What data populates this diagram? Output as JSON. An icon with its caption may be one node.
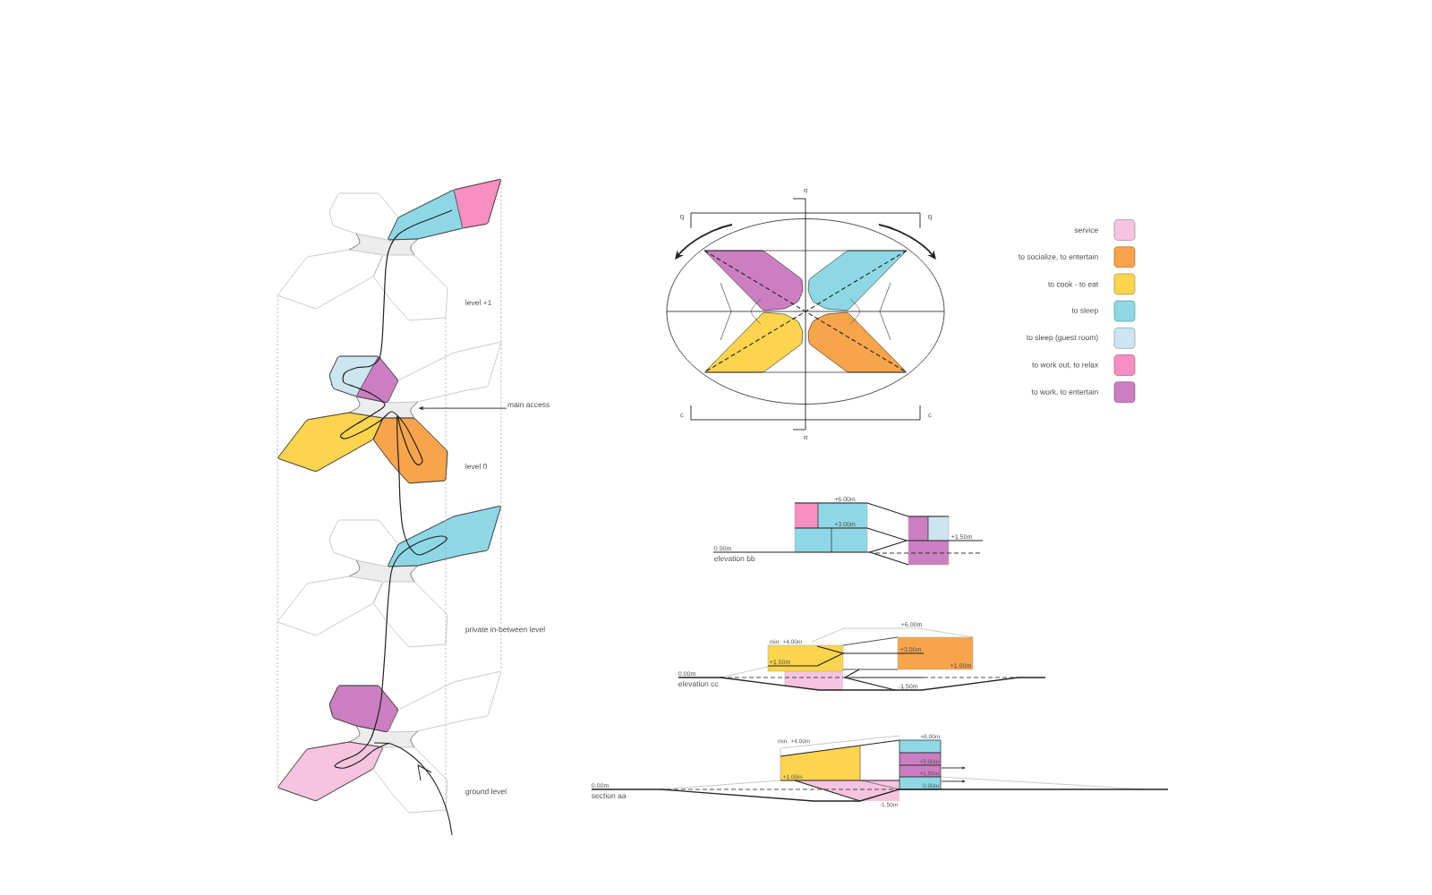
{
  "diagram": {
    "nodes": [
      {
        "text": [
          "main access"
        ]
      },
      {
        "text": [],
        "shape": "box"
      }
    ],
    "edges": [
      {
        "from": 0,
        "to": 1,
        "arrow": "to"
      }
    ],
    "labels": [
      "level +1",
      "level 0",
      "private in-between level",
      "ground level",
      "a",
      "b",
      "b",
      "c",
      "c",
      "a",
      "+6.00m",
      "+3.00m",
      "0.00m",
      "+1.50m",
      "elevation bb",
      "+6.00m",
      "min. +4.00m",
      "+3.00m",
      "+1.50m",
      "0.00m",
      "+1.00m",
      "elevation cc",
      "-1.50m",
      "+6.00m",
      "min. +4.00m",
      "+3.00m",
      "+1.50m",
      "+1.00m",
      "0.00m",
      "0.00m",
      "section aa",
      "-1.50m"
    ],
    "legend": [
      {
        "text": "service",
        "color": "#f5c4df"
      },
      {
        "text": "to socialize, to entertain",
        "color": "#f8a44a"
      },
      {
        "text": "to cook - to eat",
        "color": "#fdd44e"
      },
      {
        "text": "to sleep",
        "color": "#8ed8e6"
      },
      {
        "text": "to sleep (guest room)",
        "color": "#cbe5f1"
      },
      {
        "text": "to work out, to relax",
        "color": "#f78fc0"
      },
      {
        "text": "to work, to entertain",
        "color": "#cb7fc1"
      }
    ]
  }
}
